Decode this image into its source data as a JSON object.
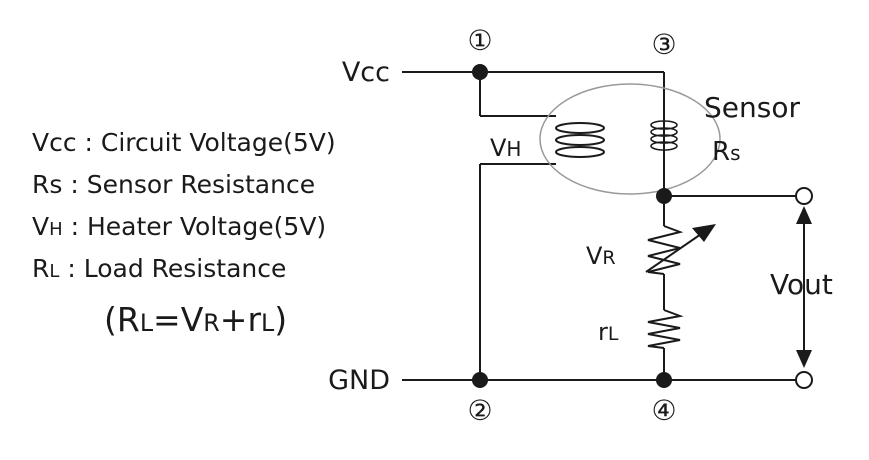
{
  "terminals": {
    "vcc": "Vcc",
    "gnd": "GND",
    "vout": "Vout"
  },
  "nodes": [
    "①",
    "②",
    "③",
    "④"
  ],
  "sensor": {
    "title": "Sensor",
    "rs_main": "R",
    "rs_sub": "s"
  },
  "heater": {
    "main": "V",
    "sub": "H"
  },
  "variable_resistor": {
    "main": "V",
    "sub": "R"
  },
  "load_resistor": {
    "main": "r",
    "sub": "L"
  },
  "legend": [
    {
      "main": "Vcc",
      "sub": "",
      "text": " : Circuit Voltage(5V)"
    },
    {
      "main": "Rs",
      "sub": "",
      "text": " : Sensor Resistance"
    },
    {
      "main": "V",
      "sub": "H",
      "text": " : Heater Voltage(5V)"
    },
    {
      "main": "R",
      "sub": "L",
      "text": " : Load Resistance"
    }
  ],
  "formula": {
    "open": "(",
    "r": "R",
    "r_sub": "L",
    "eq": "=",
    "v": "V",
    "v_sub": "R",
    "plus": "+",
    "rl": "r",
    "rl_sub": "L",
    "close": ")"
  },
  "colors": {
    "ink": "#1a1a1a",
    "ellipse": "#999999"
  }
}
